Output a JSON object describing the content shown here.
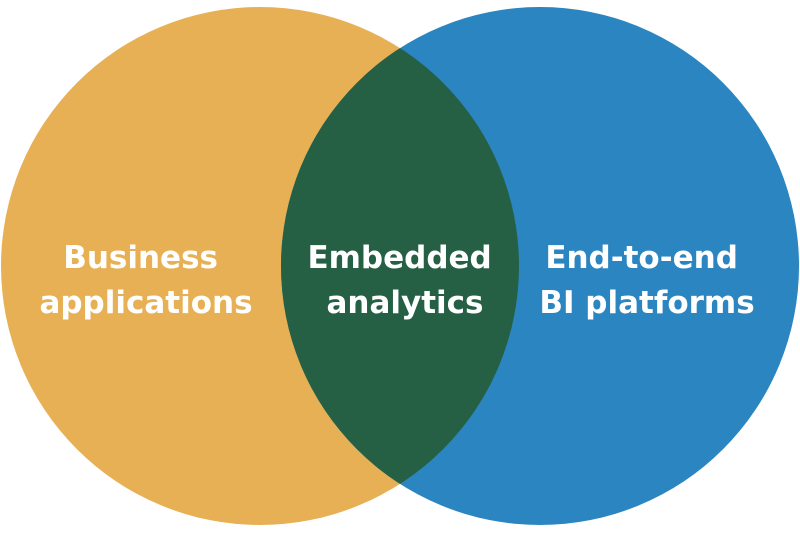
{
  "venn": {
    "left": {
      "line1": "Business",
      "line2": "applications",
      "color": "#E8B054"
    },
    "right": {
      "line1": "End-to-end",
      "line2": "BI platforms",
      "color": "#2A85C0"
    },
    "intersection": {
      "line1": "Embedded",
      "line2": "analytics",
      "color": "#256045"
    }
  }
}
